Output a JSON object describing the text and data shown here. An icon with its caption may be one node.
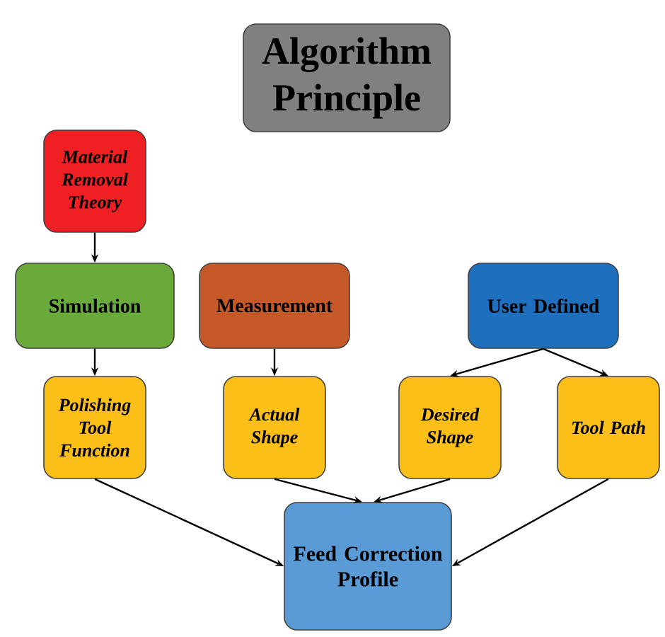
{
  "diagram": {
    "nodes": [
      {
        "text": [
          "Algorithm Principle"
        ]
      },
      {
        "text": [
          "Material Removal Theory"
        ]
      },
      {
        "text": [
          "Simulation"
        ]
      },
      {
        "text": [
          "Measurement"
        ]
      },
      {
        "text": [
          "User Defined"
        ]
      },
      {
        "text": [
          "Polishing Tool Function"
        ]
      },
      {
        "text": [
          "Actual Shape"
        ]
      },
      {
        "text": [
          "Desired Shape"
        ]
      },
      {
        "text": [
          "Tool Path"
        ]
      },
      {
        "text": [
          "Feed Correction Profile"
        ]
      }
    ],
    "edges": [
      {
        "from": 1,
        "to": 2,
        "arrow": "to"
      },
      {
        "from": 2,
        "to": 5,
        "arrow": "to"
      },
      {
        "from": 3,
        "to": 6,
        "arrow": "to"
      },
      {
        "from": 4,
        "to": 7,
        "arrow": "to"
      },
      {
        "from": 4,
        "to": 8,
        "arrow": "to"
      },
      {
        "from": 5,
        "to": 9,
        "arrow": "to"
      },
      {
        "from": 6,
        "to": 9,
        "arrow": "to"
      },
      {
        "from": 7,
        "to": 9,
        "arrow": "to"
      },
      {
        "from": 8,
        "to": 9,
        "arrow": "to"
      }
    ]
  }
}
